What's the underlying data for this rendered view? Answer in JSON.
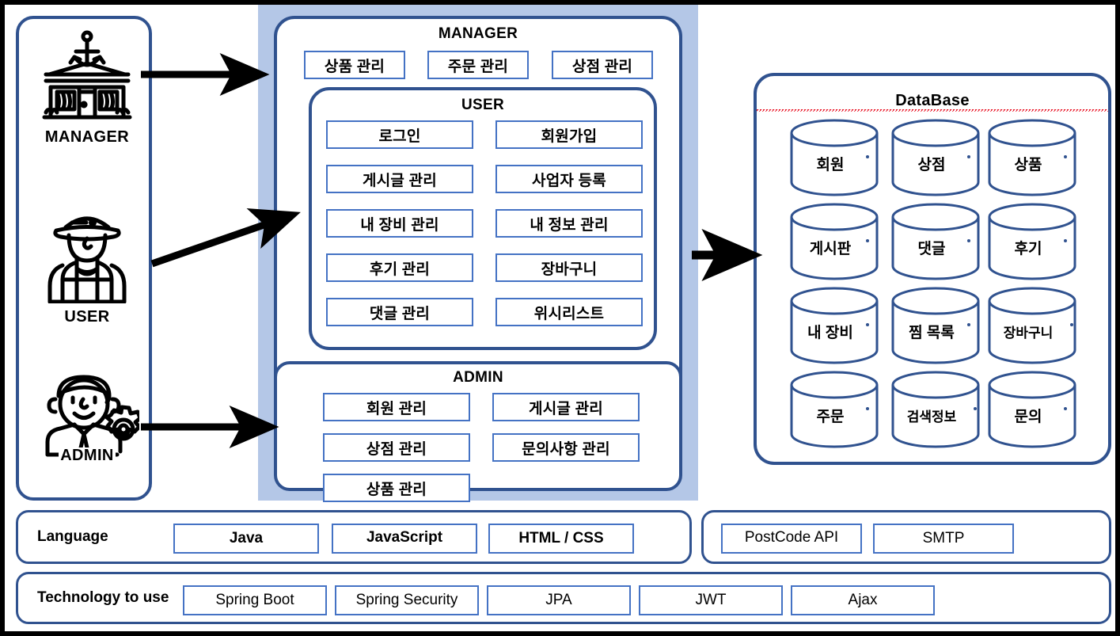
{
  "diagram": {
    "title": "System Architecture",
    "colors": {
      "panel_border": "#30528f",
      "chip_border": "#4472c4",
      "backdrop": "#b4c7e7",
      "arrow": "#000000",
      "spellcheck_underline": "#e81123"
    }
  },
  "actors": [
    {
      "label": "MANAGER",
      "icon": "storefront-icon"
    },
    {
      "label": "USER",
      "icon": "person-worker-icon"
    },
    {
      "label": "ADMIN",
      "icon": "person-gear-icon"
    }
  ],
  "arrows": [
    {
      "name": "manager-to-manager-panel",
      "from": "MANAGER",
      "to": "MANAGER panel"
    },
    {
      "name": "user-to-user-panel",
      "from": "USER",
      "to": "USER panel"
    },
    {
      "name": "admin-to-admin-panel",
      "from": "ADMIN",
      "to": "ADMIN panel"
    },
    {
      "name": "app-to-database",
      "from": "MANAGER panel",
      "to": "DataBase"
    }
  ],
  "manager": {
    "title": "MANAGER",
    "items": [
      "상품 관리",
      "주문 관리",
      "상점 관리"
    ]
  },
  "user": {
    "title": "USER",
    "items": [
      "로그인",
      "회원가입",
      "게시글 관리",
      "사업자 등록",
      "내 장비 관리",
      "내 정보 관리",
      "후기 관리",
      "장바구니",
      "댓글 관리",
      "위시리스트"
    ]
  },
  "admin": {
    "title": "ADMIN",
    "items": [
      "회원 관리",
      "게시글 관리",
      "상점 관리",
      "문의사항 관리",
      "상품 관리"
    ]
  },
  "database": {
    "title": "DataBase",
    "title_spellchecked": true,
    "tables": [
      "회원",
      "상점",
      "상품",
      "게시판",
      "댓글",
      "후기",
      "내 장비",
      "찜 목록",
      "장바구니",
      "주문",
      "검색정보",
      "문의"
    ]
  },
  "language": {
    "label": "Language",
    "items": [
      {
        "text": "Java",
        "spellchecked": false
      },
      {
        "text": "JavaScript",
        "spellchecked": true
      },
      {
        "text": "HTML / CSS",
        "spellchecked": false
      }
    ]
  },
  "api": {
    "items": [
      {
        "text": "PostCode API",
        "spellchecked": true
      },
      {
        "text": "SMTP",
        "spellchecked": false
      }
    ]
  },
  "technology": {
    "label": "Technology to use",
    "items": [
      "Spring Boot",
      "Spring Security",
      "JPA",
      "JWT",
      "Ajax"
    ]
  }
}
